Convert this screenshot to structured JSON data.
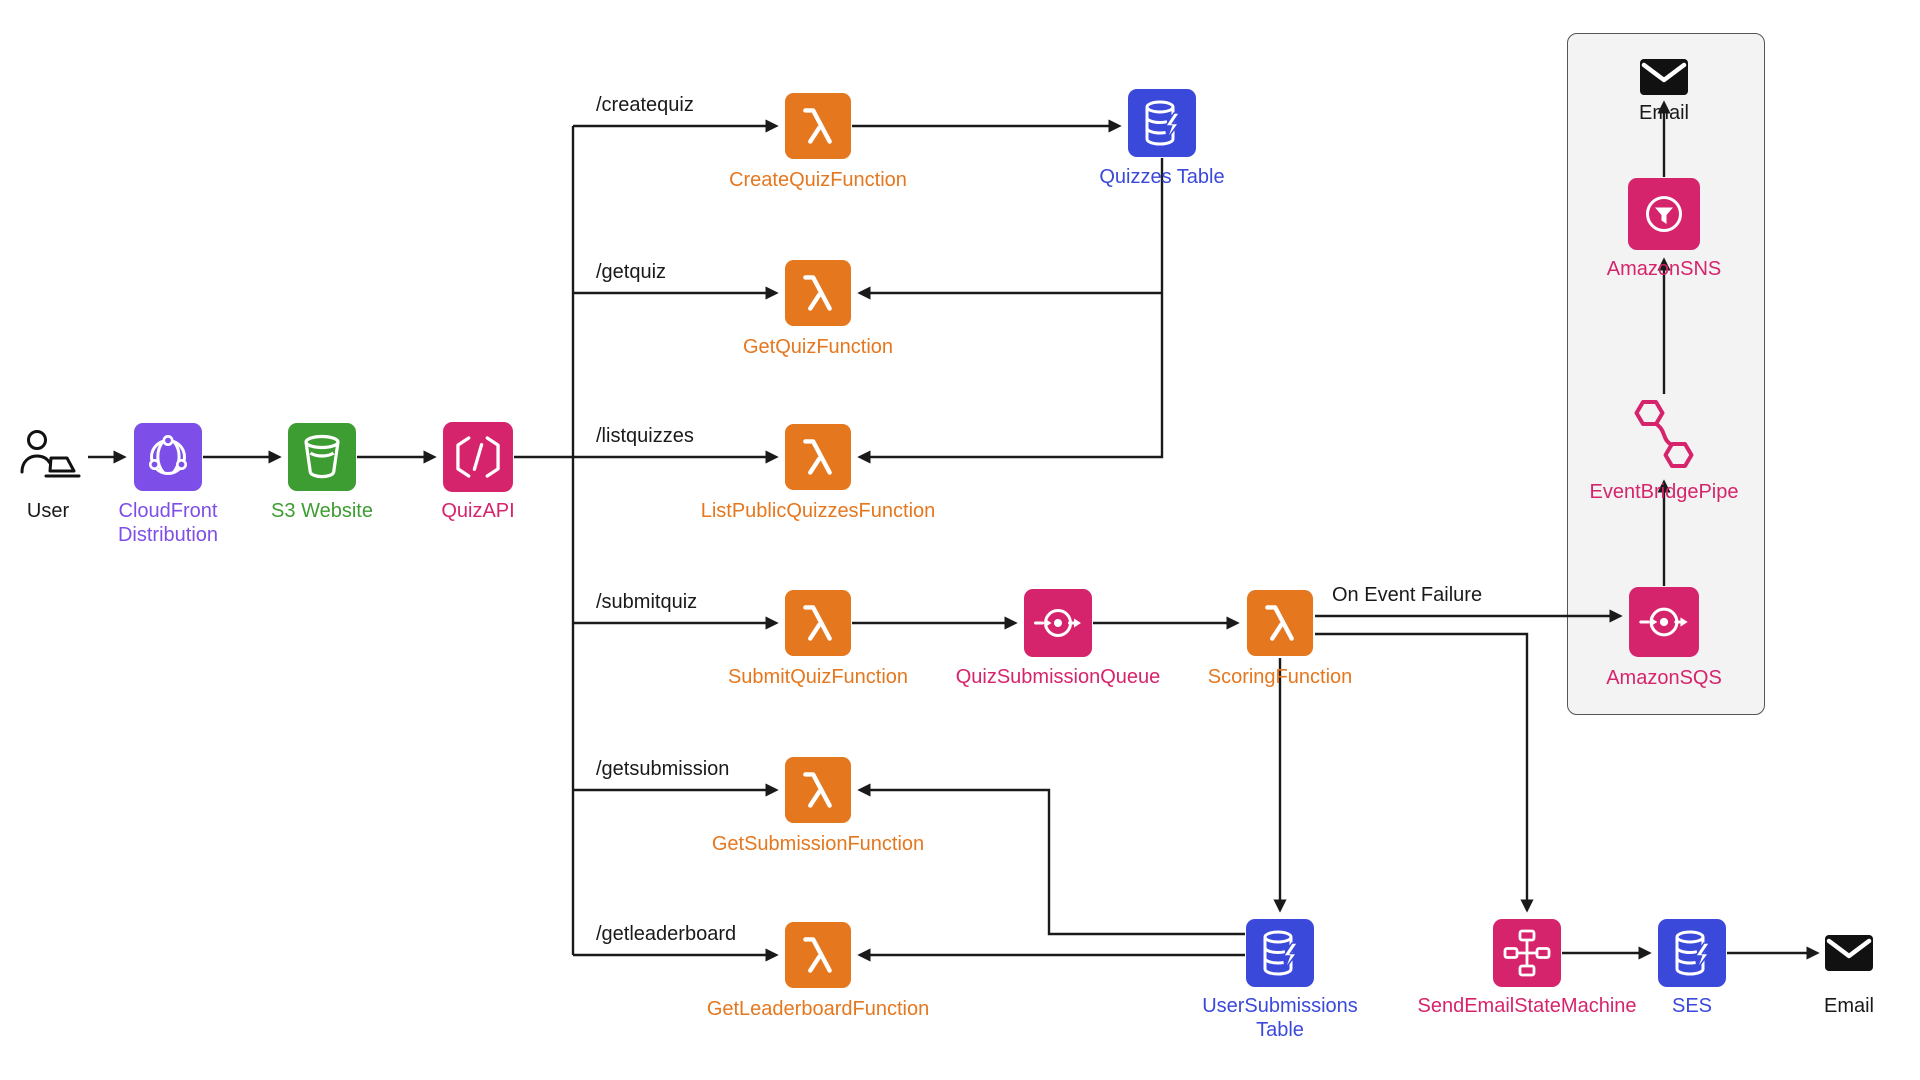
{
  "nodes": {
    "user": {
      "label": "User"
    },
    "cloudfront": {
      "label": "CloudFront Distribution"
    },
    "s3": {
      "label": "S3 Website"
    },
    "quizapi": {
      "label": "QuizAPI"
    },
    "create_quiz_fn": {
      "label": "CreateQuizFunction"
    },
    "get_quiz_fn": {
      "label": "GetQuizFunction"
    },
    "list_quizzes_fn": {
      "label": "ListPublicQuizzesFunction"
    },
    "submit_quiz_fn": {
      "label": "SubmitQuizFunction"
    },
    "get_submission_fn": {
      "label": "GetSubmissionFunction"
    },
    "get_leaderboard_fn": {
      "label": "GetLeaderboardFunction"
    },
    "quizzes_table": {
      "label": "Quizzes Table"
    },
    "quiz_submission_queue": {
      "label": "QuizSubmissionQueue"
    },
    "scoring_fn": {
      "label": "ScoringFunction"
    },
    "amazon_sqs": {
      "label": "AmazonSQS"
    },
    "eventbridge_pipe": {
      "label": "EventBridgePipe"
    },
    "amazon_sns": {
      "label": "AmazonSNS"
    },
    "email_top": {
      "label": "Email"
    },
    "user_submissions_table": {
      "label": "UserSubmissions Table"
    },
    "send_email_state_machine": {
      "label": "SendEmailStateMachine"
    },
    "ses": {
      "label": "SES"
    },
    "email_bottom": {
      "label": "Email"
    }
  },
  "routes": {
    "createquiz": "/createquiz",
    "getquiz": "/getquiz",
    "listquizzes": "/listquizzes",
    "submitquiz": "/submitquiz",
    "getsubmission": "/getsubmission",
    "getleaderboard": "/getleaderboard"
  },
  "annotations": {
    "on_event_failure": "On Event Failure"
  },
  "colors": {
    "lambda_orange": "#E5771E",
    "pink": "#D6246C",
    "purple": "#7D4FE8",
    "green": "#3E9D32",
    "blue": "#3B49DB",
    "line_black": "#1a1a1a",
    "panel_gray": "#f3f3f3"
  }
}
